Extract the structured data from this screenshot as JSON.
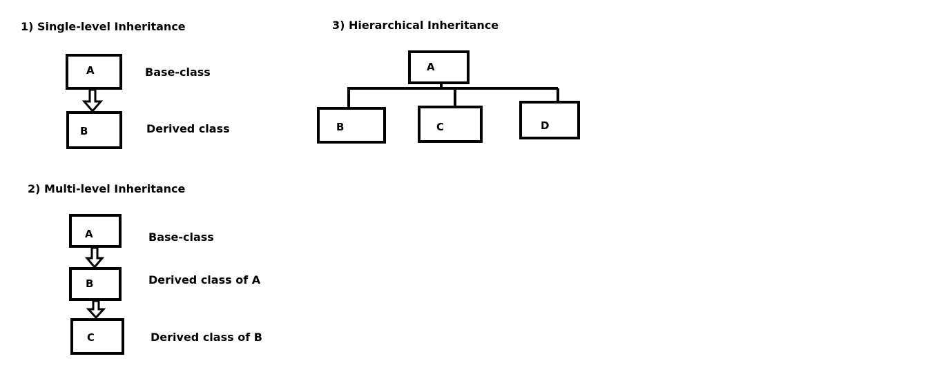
{
  "single_level": {
    "heading": "1) Single-level Inheritance",
    "box_a": "A",
    "box_b": "B",
    "label_base": "Base-class",
    "label_derived": "Derived class"
  },
  "multi_level": {
    "heading": "2) Multi-level Inheritance",
    "box_a": "A",
    "box_b": "B",
    "box_c": "C",
    "label_base": "Base-class",
    "label_derived_a": "Derived class of A",
    "label_derived_b": "Derived class of B"
  },
  "hierarchical": {
    "heading": "3) Hierarchical Inheritance",
    "box_a": "A",
    "box_b": "B",
    "box_c": "C",
    "box_d": "D"
  }
}
